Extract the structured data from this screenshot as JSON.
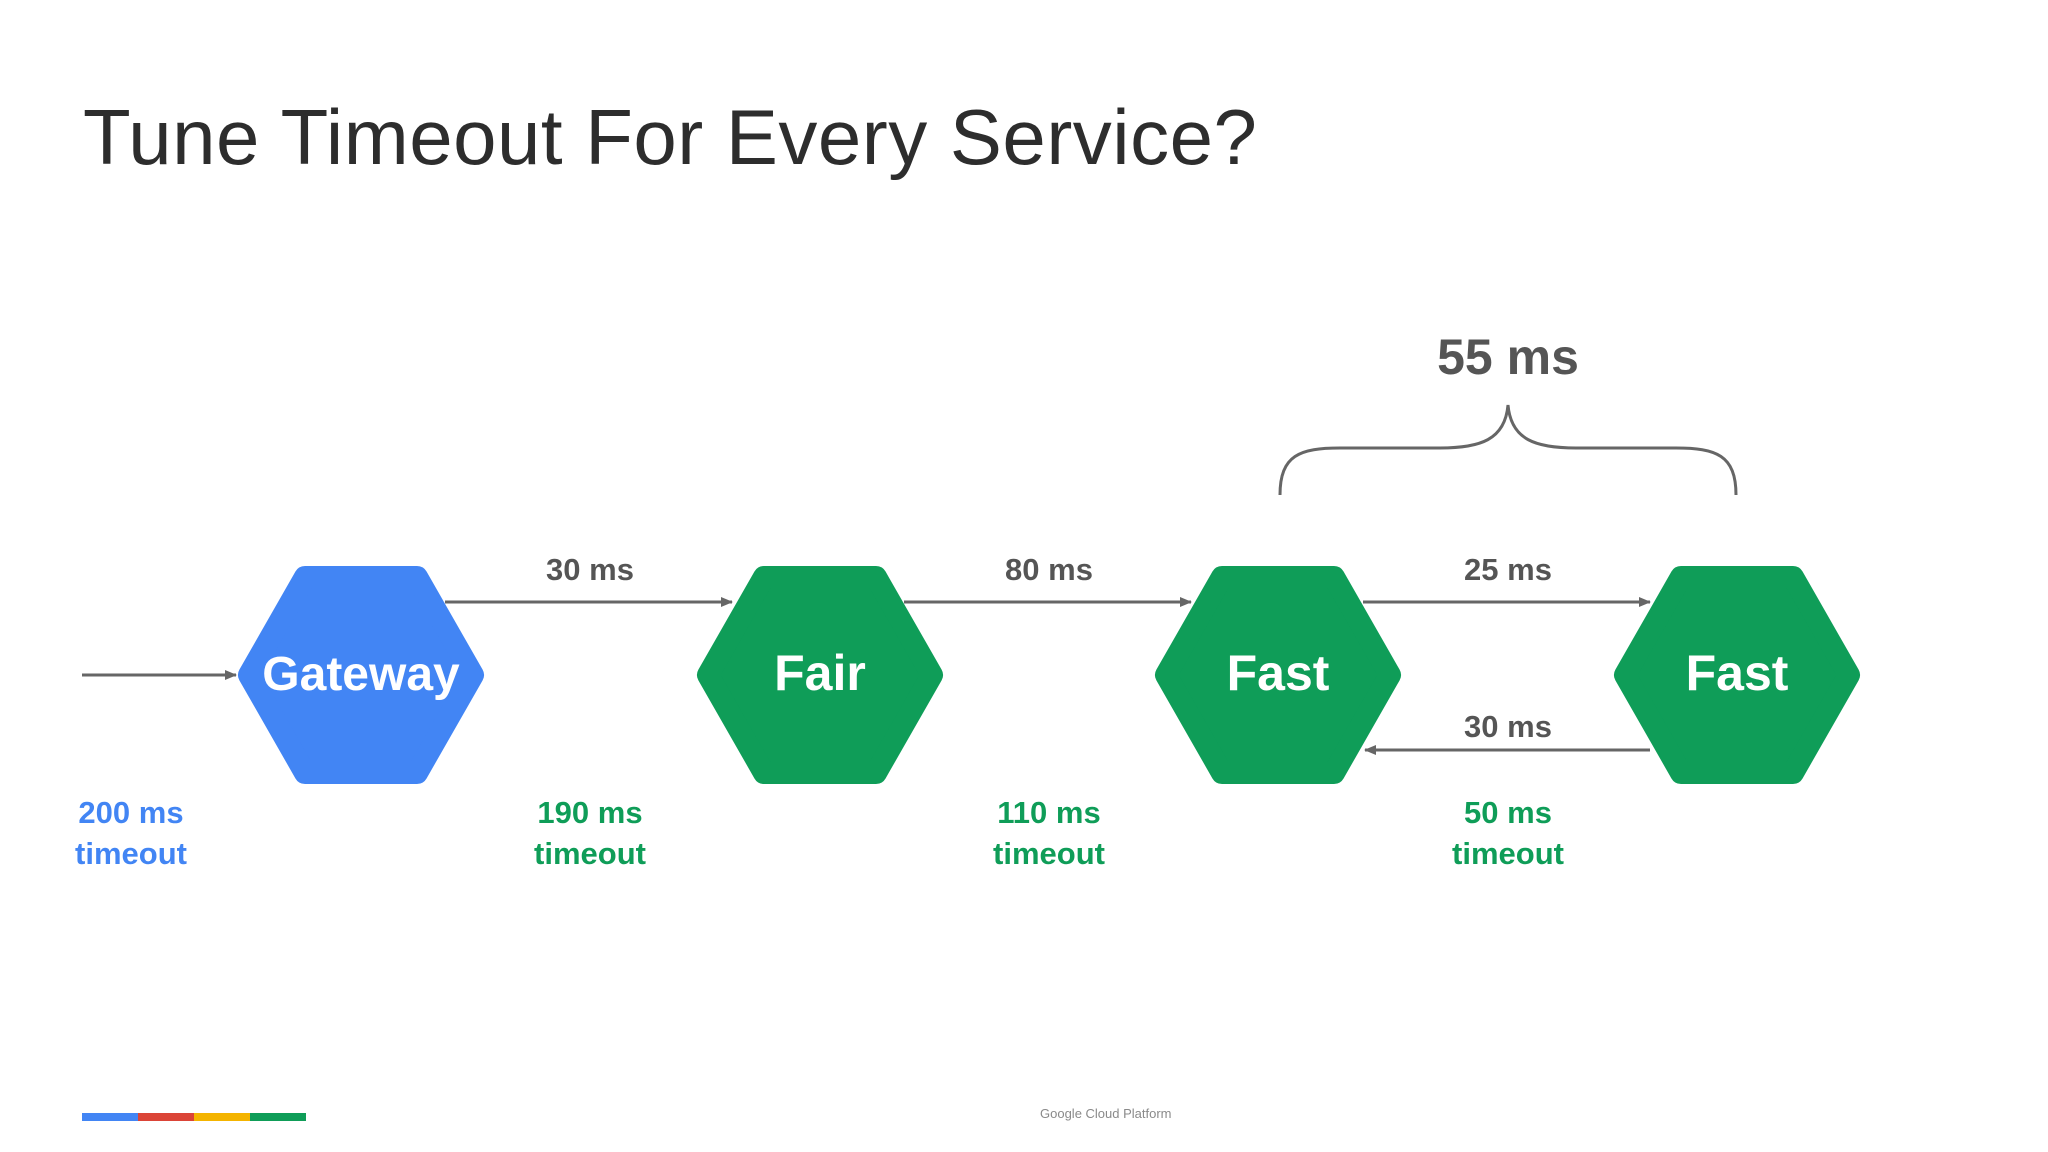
{
  "slide": {
    "title": "Tune Timeout For Every Service?",
    "footer": "Google Cloud Platform"
  },
  "colors": {
    "gateway": "#4285F4",
    "service": "#0F9D58",
    "arrow": "#666666",
    "text_gray": "#555555",
    "brand": [
      "#4285F4",
      "#DB4437",
      "#F4B400",
      "#0F9D58"
    ]
  },
  "nodes": [
    {
      "label": "Gateway",
      "color": "gateway"
    },
    {
      "label": "Fair",
      "color": "service"
    },
    {
      "label": "Fast",
      "color": "service"
    },
    {
      "label": "Fast",
      "color": "service"
    }
  ],
  "edges": [
    {
      "label": "30 ms"
    },
    {
      "label": "80 ms"
    },
    {
      "label": "25 ms"
    },
    {
      "label": "30 ms"
    }
  ],
  "timeouts": [
    {
      "line1": "200 ms",
      "line2": "timeout",
      "color": "gateway"
    },
    {
      "line1": "190 ms",
      "line2": "timeout",
      "color": "service"
    },
    {
      "line1": "110 ms",
      "line2": "timeout",
      "color": "service"
    },
    {
      "line1": "50 ms",
      "line2": "timeout",
      "color": "service"
    }
  ],
  "brace": {
    "label": "55 ms"
  }
}
